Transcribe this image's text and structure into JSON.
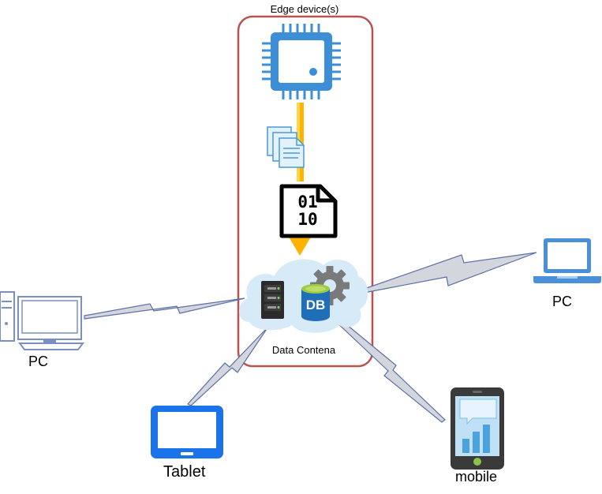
{
  "diagram": {
    "edge_container": {
      "title": "Edge device(s)"
    },
    "cloud": {
      "label": "Data Contena",
      "db_text": "DB"
    },
    "binary_file": {
      "text_top": "01",
      "text_bottom": "10"
    },
    "clients": {
      "pc_left": {
        "label": "PC"
      },
      "pc_right": {
        "label": "PC"
      },
      "tablet": {
        "label": "Tablet"
      },
      "mobile": {
        "label": "mobile"
      }
    },
    "colors": {
      "container_border": "#b85450",
      "chip_blue": "#3c8fd6",
      "flow_orange": "#ffb300",
      "link_gray": "#d3d6dc",
      "link_stroke": "#5a6fa5",
      "cloud_fill": "#d6eaf8",
      "tablet_blue": "#1a73e8",
      "mobile_dark": "#3a3a3a",
      "pc_outline": "#7a8fc4"
    }
  }
}
